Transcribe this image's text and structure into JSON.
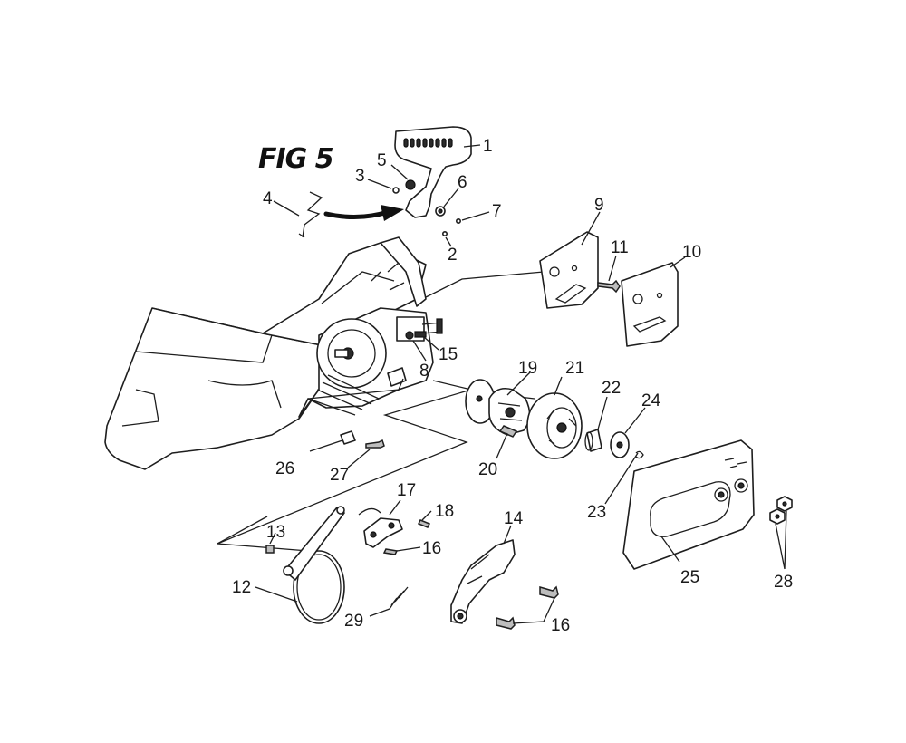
{
  "figure": {
    "title": "FIG 5"
  },
  "callouts": [
    {
      "id": "c1",
      "text": "1"
    },
    {
      "id": "c2",
      "text": "2"
    },
    {
      "id": "c3",
      "text": "3"
    },
    {
      "id": "c4",
      "text": "4"
    },
    {
      "id": "c5",
      "text": "5"
    },
    {
      "id": "c6",
      "text": "6"
    },
    {
      "id": "c7",
      "text": "7"
    },
    {
      "id": "c8",
      "text": "8"
    },
    {
      "id": "c9",
      "text": "9"
    },
    {
      "id": "c10",
      "text": "10"
    },
    {
      "id": "c11",
      "text": "11"
    },
    {
      "id": "c12",
      "text": "12"
    },
    {
      "id": "c13",
      "text": "13"
    },
    {
      "id": "c14",
      "text": "14"
    },
    {
      "id": "c15",
      "text": "15"
    },
    {
      "id": "c16a",
      "text": "16"
    },
    {
      "id": "c16b",
      "text": "16"
    },
    {
      "id": "c17",
      "text": "17"
    },
    {
      "id": "c18",
      "text": "18"
    },
    {
      "id": "c19",
      "text": "19"
    },
    {
      "id": "c20",
      "text": "20"
    },
    {
      "id": "c21",
      "text": "21"
    },
    {
      "id": "c22",
      "text": "22"
    },
    {
      "id": "c23",
      "text": "23"
    },
    {
      "id": "c24",
      "text": "24"
    },
    {
      "id": "c25",
      "text": "25"
    },
    {
      "id": "c26",
      "text": "26"
    },
    {
      "id": "c27",
      "text": "27"
    },
    {
      "id": "c28",
      "text": "28"
    },
    {
      "id": "c29",
      "text": "29"
    }
  ]
}
